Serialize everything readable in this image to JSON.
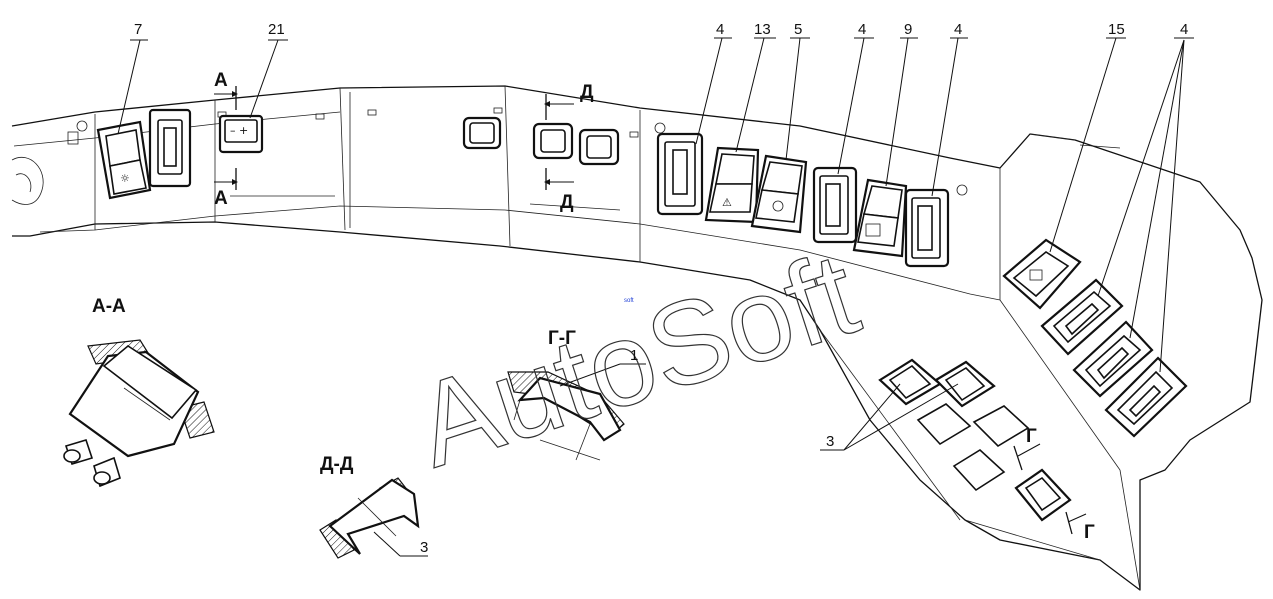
{
  "callouts": {
    "c7": "7",
    "c21": "21",
    "c4a": "4",
    "c13": "13",
    "c5": "5",
    "c4b": "4",
    "c9": "9",
    "c4c": "4",
    "c15": "15",
    "c4d": "4",
    "c1": "1",
    "c3a": "3",
    "c3b": "3"
  },
  "section_marks": {
    "a_top": "А",
    "a_bottom": "А",
    "d_top": "Д",
    "d_bottom": "Д",
    "g_top": "Г",
    "g_bottom": "Г"
  },
  "section_views": {
    "aa": "А-А",
    "dd": "Д-Д",
    "gg": "Г-Г"
  },
  "switch_symbols": {
    "battery": "– +",
    "hazard": "⚠",
    "lamp": "☼"
  },
  "watermark": "AutoSoft",
  "watermark_small": "soft"
}
